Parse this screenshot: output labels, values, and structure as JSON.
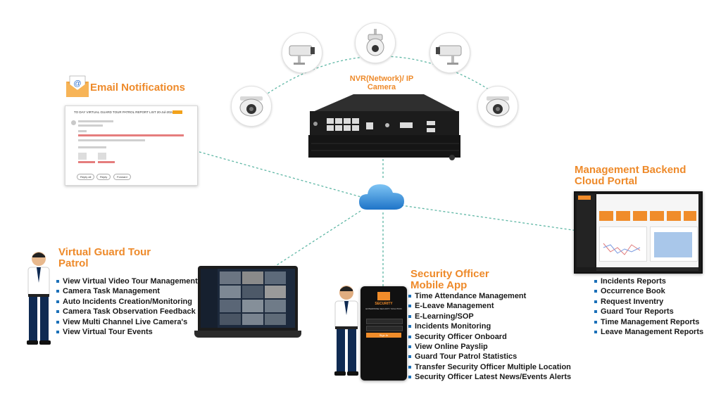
{
  "hub": {
    "label": "NVR(Network)/ IP Camera",
    "cameras": [
      "dome-camera-icon",
      "bullet-camera-icon",
      "ptz-camera-icon",
      "bullet-camera-icon",
      "dome-camera-icon"
    ],
    "cloud_icon": "cloud-icon"
  },
  "email": {
    "title": "Email Notifications",
    "icon": "envelope-icon",
    "screenshot": {
      "subject": "TO DAY VIRTUAL GUARD TOUR PATROL REPORT LIST 20-Jul-2024",
      "buttons": [
        "Reply all",
        "Reply",
        "Forward"
      ]
    }
  },
  "management": {
    "title": "Management Backend Cloud Portal",
    "items": [
      "Incidents Reports",
      "Occurrence Book",
      "Request Inventry",
      "Guard Tour Reports",
      "Time Management Reports",
      "Leave Management Reports"
    ]
  },
  "guard_tour": {
    "title": "Virtual Guard Tour Patrol",
    "items": [
      "View Virtual Video Tour Management",
      "Camera Task Management",
      "Auto Incidents Creation/Monitoring",
      "Camera Task Observation Feedback",
      "View Multi Channel Live Camera's",
      "View Virtual Tour Events"
    ]
  },
  "mobile": {
    "title": "Security Officer Mobile App",
    "phone": {
      "brand": "SECURITY",
      "tagline": "ENTERPRISE SECURITY SOLUTION",
      "button": "Sign In"
    },
    "items": [
      "Time Attendance Management",
      "E-Leave Management",
      "E-Learning/SOP",
      "Incidents Monitoring",
      "Security Officer Onboard",
      "View Online Payslip",
      "Guard Tour Patrol Statistics",
      "Transfer Security Officer Multiple Location",
      "Security Officer Latest News/Events Alerts"
    ]
  },
  "colors": {
    "accent": "#ee8a2a",
    "bullet": "#1a6fb8",
    "connector": "#5fb7a5",
    "cloud": "#2d8ad8"
  }
}
